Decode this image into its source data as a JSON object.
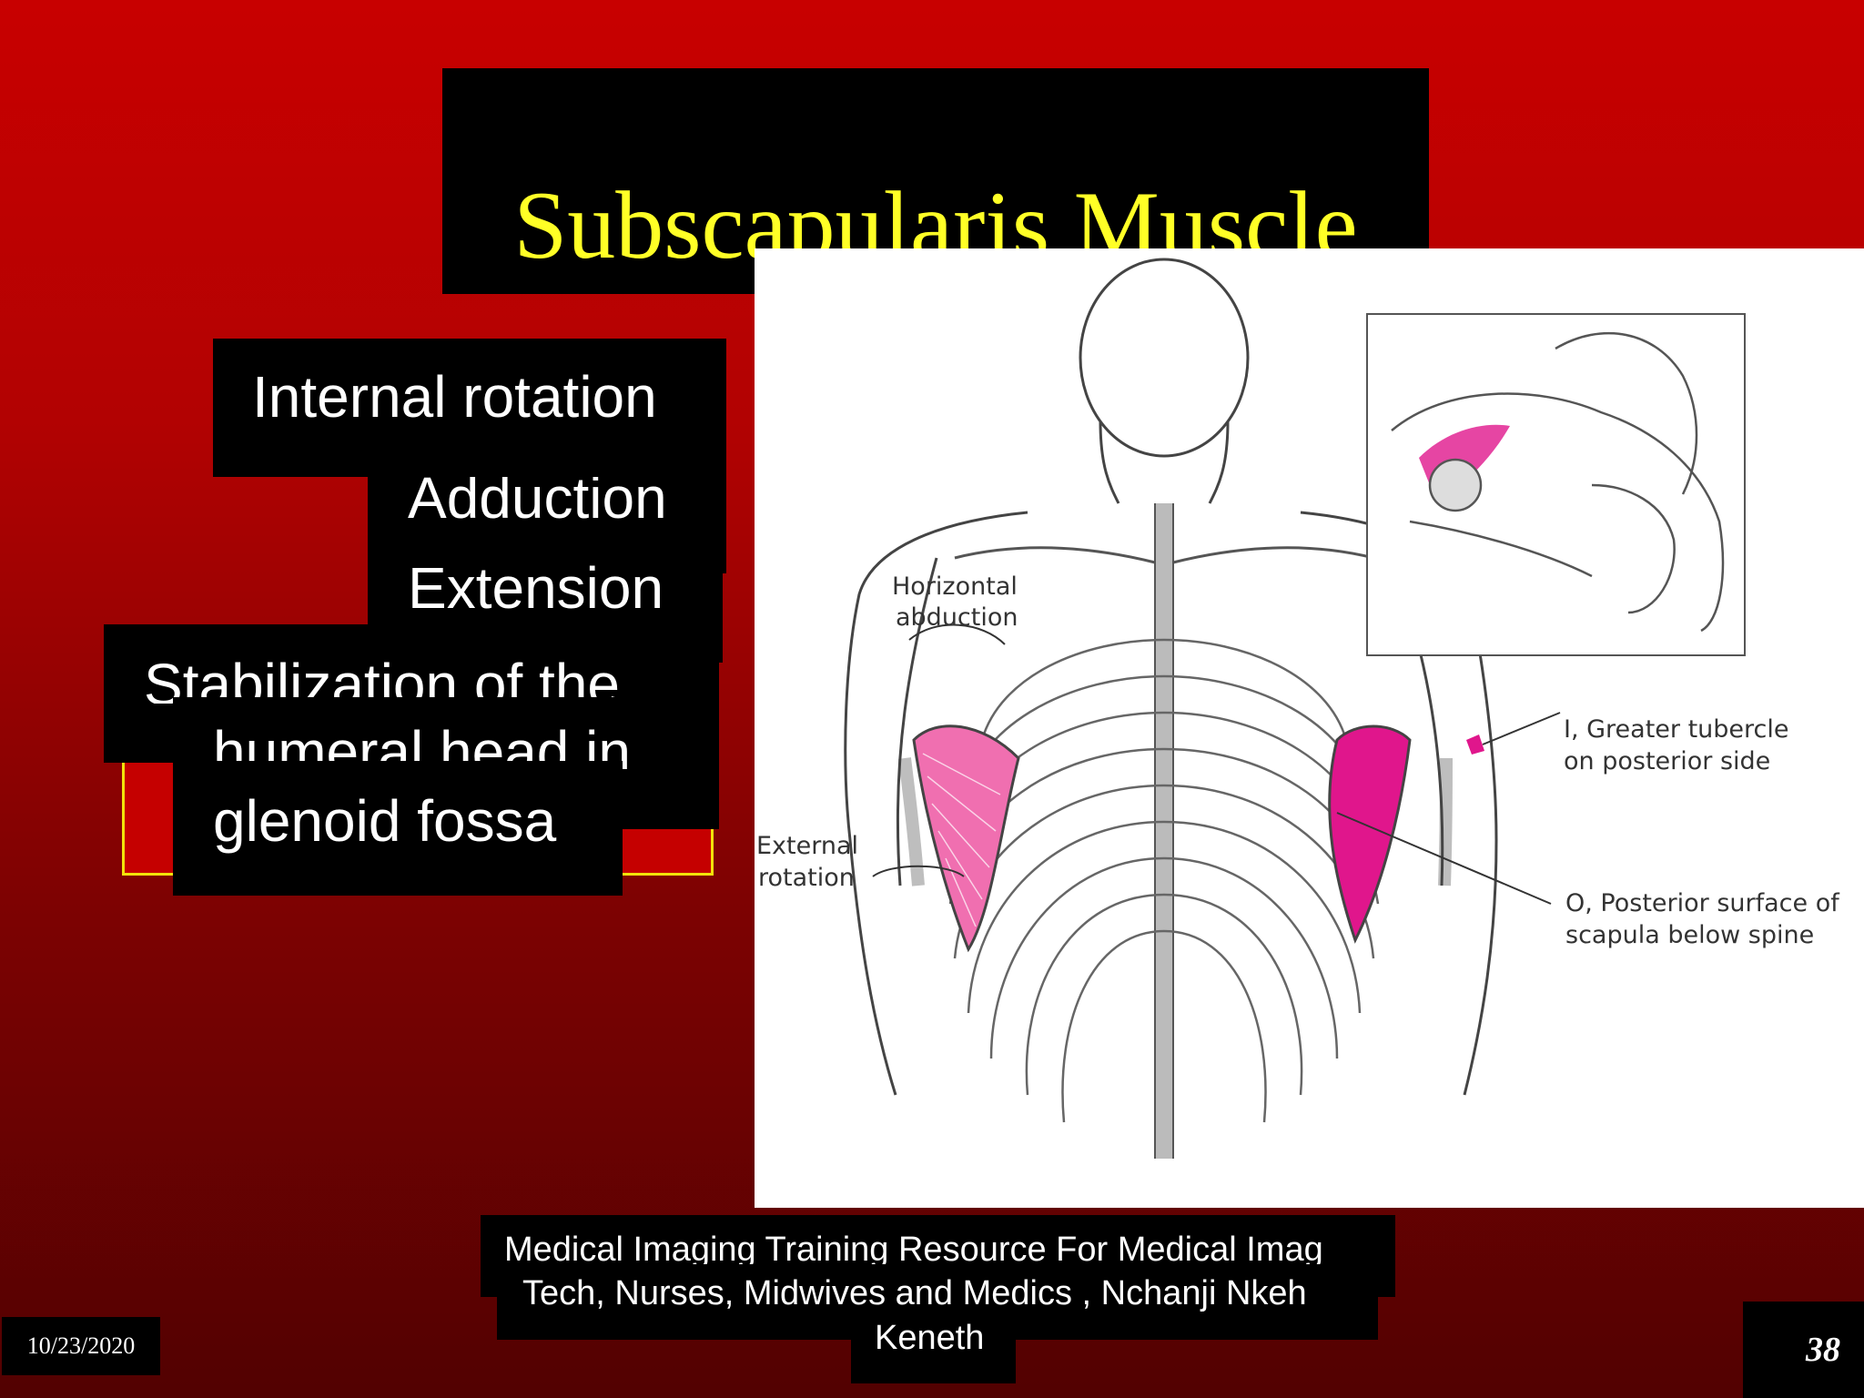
{
  "slide": {
    "title": "Subscapularis Muscle",
    "bullets": {
      "internal_rotation": "Internal rotation",
      "adduction": "Adduction",
      "extension": "Extension",
      "stabilization_line1": "Stabilization of the",
      "stabilization_line2": "humeral head in",
      "stabilization_line3": "glenoid fossa"
    },
    "figure": {
      "label_horizontal_1": "Horizontal",
      "label_horizontal_2": "abduction",
      "label_external_1": "External",
      "label_external_2": "rotation",
      "label_insertion_1": "I, Greater tubercle",
      "label_insertion_2": "on posterior side",
      "label_origin_1": "O, Posterior surface of",
      "label_origin_2": "scapula below spine"
    },
    "footer": {
      "line1": "Medical Imaging Training Resource For Medical Imag",
      "line2": "Tech, Nurses, Midwives and Medics , Nchanji Nkeh",
      "line3": "Keneth"
    },
    "date": "10/23/2020",
    "page_number": "38"
  },
  "colors": {
    "title": "#ffff26",
    "highlight_muscle": "#e0168c",
    "background_top": "#c80000",
    "background_bottom": "#520101"
  }
}
